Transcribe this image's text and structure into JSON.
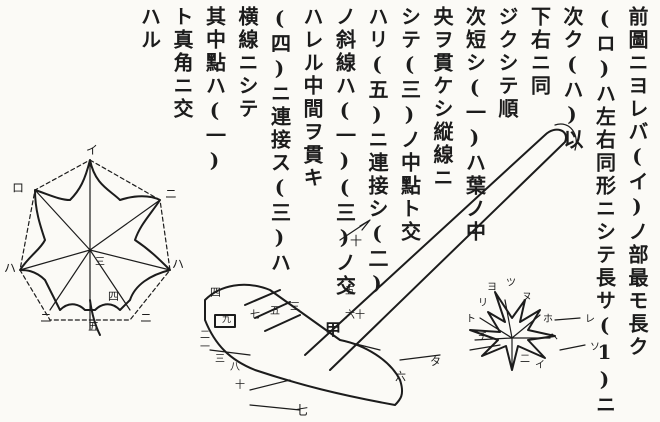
{
  "text_columns": [
    "前圖ニヨレバ(イ)ノ部最モ長ク",
    "(ロ)ハ左右同形ニシテ長サ(1)ニ",
    "次ク(ハ)以",
    "下右ニ同",
    "ジクシテ順",
    "次短シ(一)ハ葉ノ中",
    "央ヲ貫ケシ縦線ニ",
    "シテ(三)ノ中點ト交",
    "ハリ(五)ニ連接シ(二)",
    "ノ斜線ハ(一)(三)ノ交",
    "ハレル中間ヲ貫キ",
    "(四)ニ連接ス(三)ハ",
    "横線ニシテ",
    "其中點ハ(一)",
    "ト真角ニ交",
    "ハル"
  ],
  "leaf_figure": {
    "labels": [
      "イ",
      "ロ",
      "ハ",
      "ハ",
      "ニ",
      "ニ",
      "ニ",
      "四",
      "五",
      "三"
    ]
  },
  "axe_figure": {
    "handle_label": "十",
    "blade_label": "甲",
    "top_label": "四",
    "numbers": [
      "九",
      "七",
      "五",
      "三",
      "二",
      "一",
      "三",
      "八",
      "十",
      "六十",
      "五",
      "六",
      "タ"
    ],
    "bottom_label": "七"
  },
  "small_leaf": {
    "labels": [
      "ヨ",
      "ツ",
      "リ",
      "ヌ",
      "ト",
      "チ",
      "ホ",
      "ヘ",
      "レ",
      "ソ",
      "二",
      "イ"
    ]
  }
}
